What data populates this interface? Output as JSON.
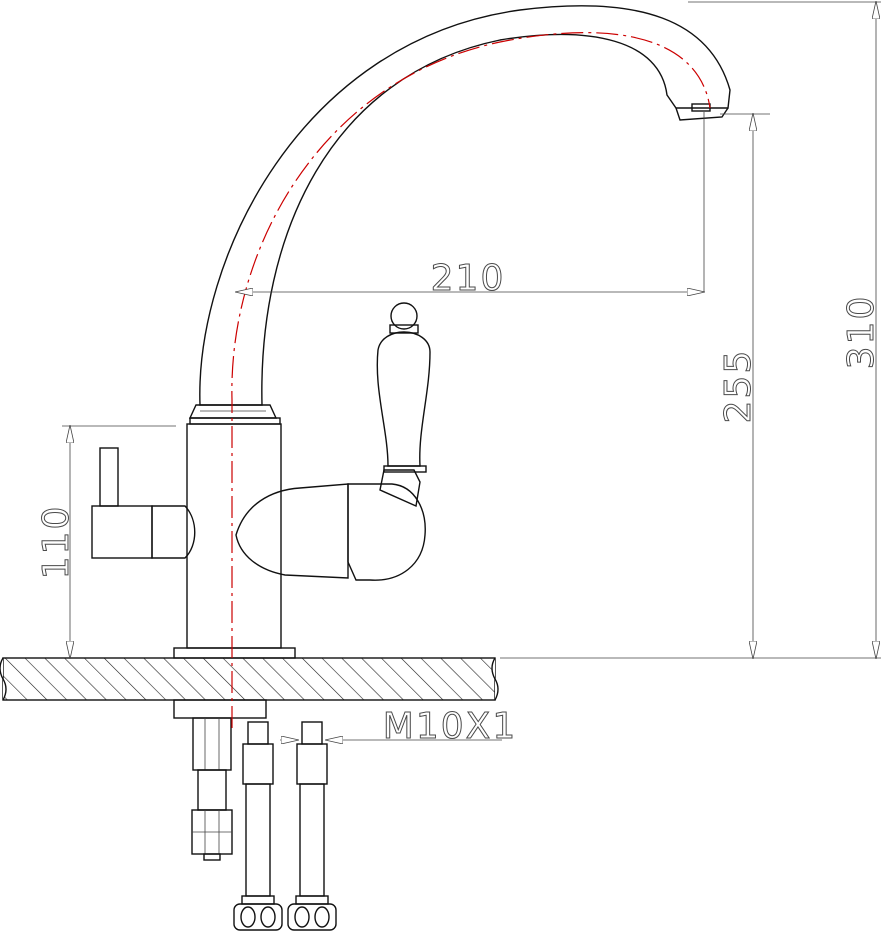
{
  "dimensions": {
    "spout_reach": "210",
    "spout_height": "255",
    "total_height": "310",
    "handle_height": "110",
    "thread": "M10X1"
  },
  "colors": {
    "centerline": "#cc0000",
    "line": "#111111",
    "dimension": "#444444"
  }
}
